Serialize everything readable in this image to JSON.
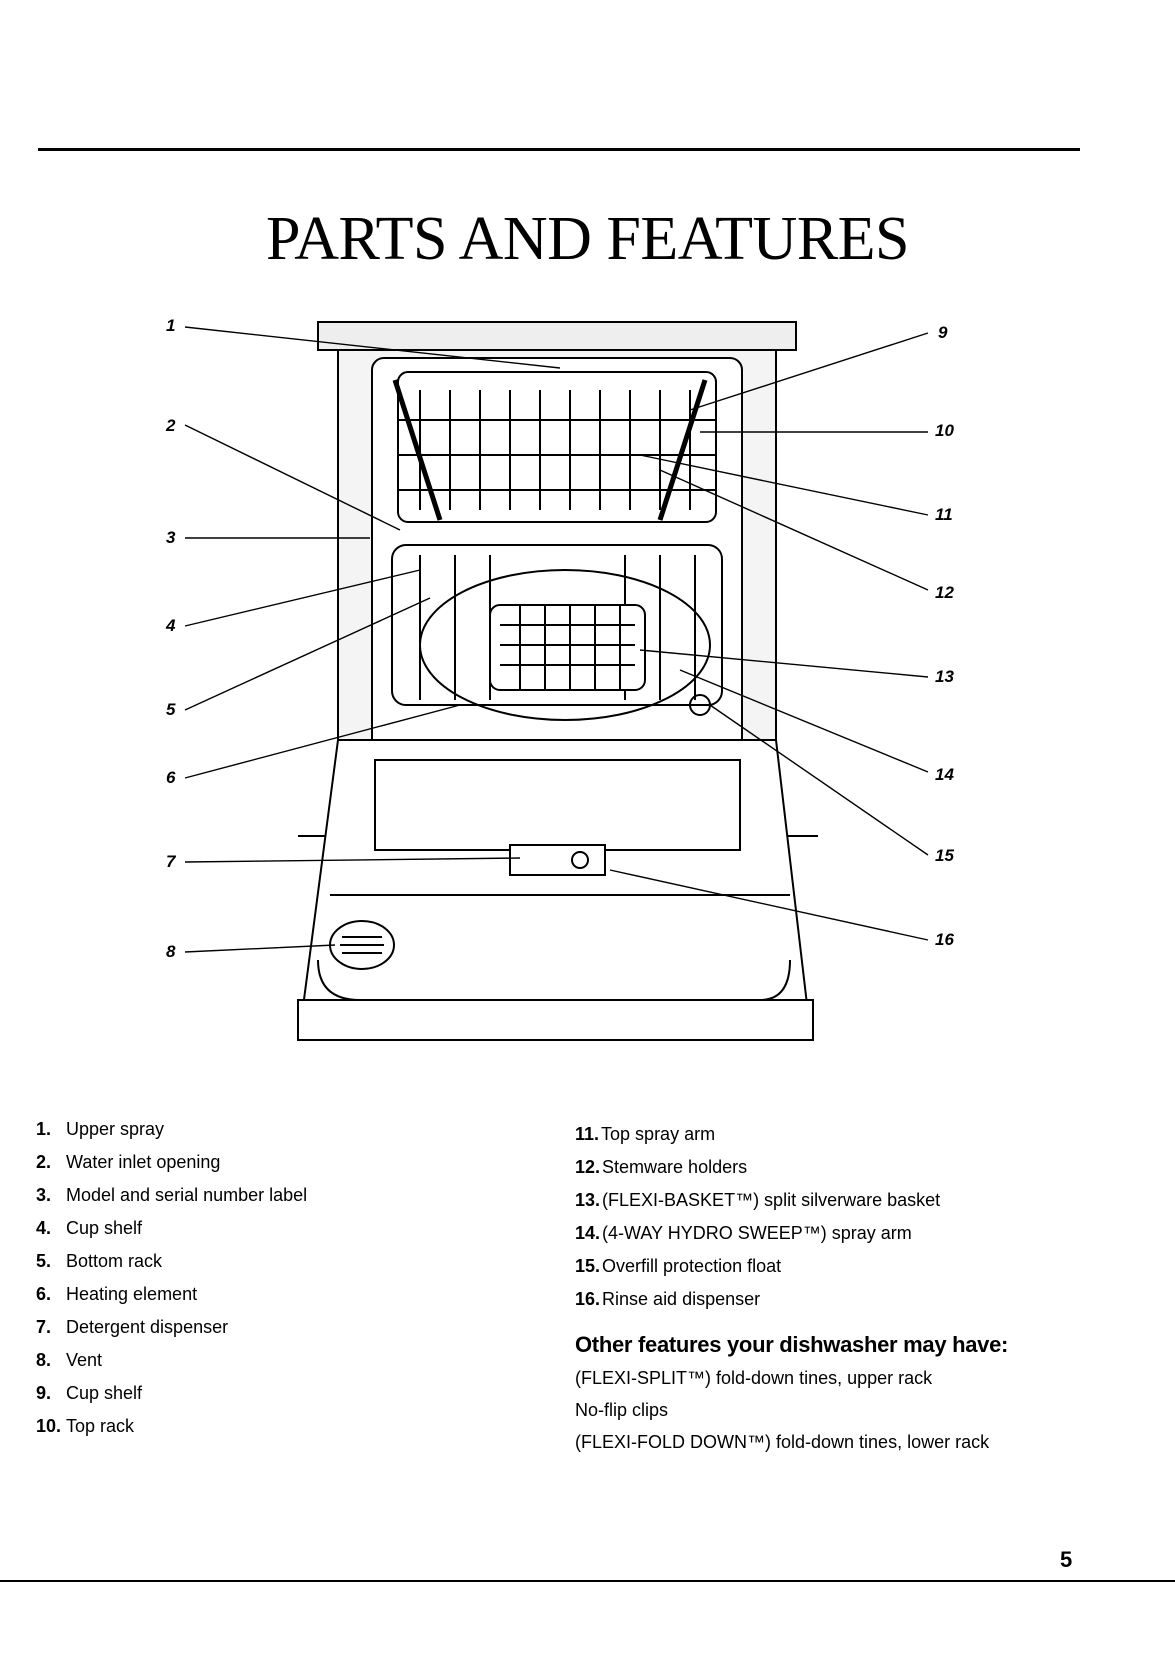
{
  "title": "PARTS AND FEATURES",
  "callouts": [
    "1",
    "2",
    "3",
    "4",
    "5",
    "6",
    "7",
    "8",
    "9",
    "10",
    "11",
    "12",
    "13",
    "14",
    "15",
    "16"
  ],
  "parts_left": [
    {
      "num": "1.",
      "label": "Upper spray"
    },
    {
      "num": "2.",
      "label": "Water inlet opening"
    },
    {
      "num": "3.",
      "label": "Model and serial number label"
    },
    {
      "num": "4.",
      "label": "Cup shelf"
    },
    {
      "num": "5.",
      "label": "Bottom rack"
    },
    {
      "num": "6.",
      "label": "Heating element"
    },
    {
      "num": "7.",
      "label": "Detergent dispenser"
    },
    {
      "num": "8.",
      "label": "Vent"
    },
    {
      "num": "9.",
      "label": "Cup shelf"
    },
    {
      "num": "10.",
      "label": "Top rack"
    }
  ],
  "parts_right": [
    {
      "num": "11.",
      "label": "Top spray arm"
    },
    {
      "num": "12.",
      "label": "Stemware holders"
    },
    {
      "num": "13.",
      "label": "(FLEXI-BASKET™) split silverware basket"
    },
    {
      "num": "14.",
      "label": "(4-WAY HYDRO SWEEP™) spray arm"
    },
    {
      "num": "15.",
      "label": "Overfill protection float"
    },
    {
      "num": "16.",
      "label": "Rinse aid dispenser"
    }
  ],
  "other_features": {
    "heading": "Other features your dishwasher may have:",
    "items": [
      "(FLEXI-SPLIT™) fold-down tines, upper rack",
      "No-flip clips",
      "(FLEXI-FOLD DOWN™) fold-down tines, lower rack"
    ]
  },
  "page_number": "5"
}
